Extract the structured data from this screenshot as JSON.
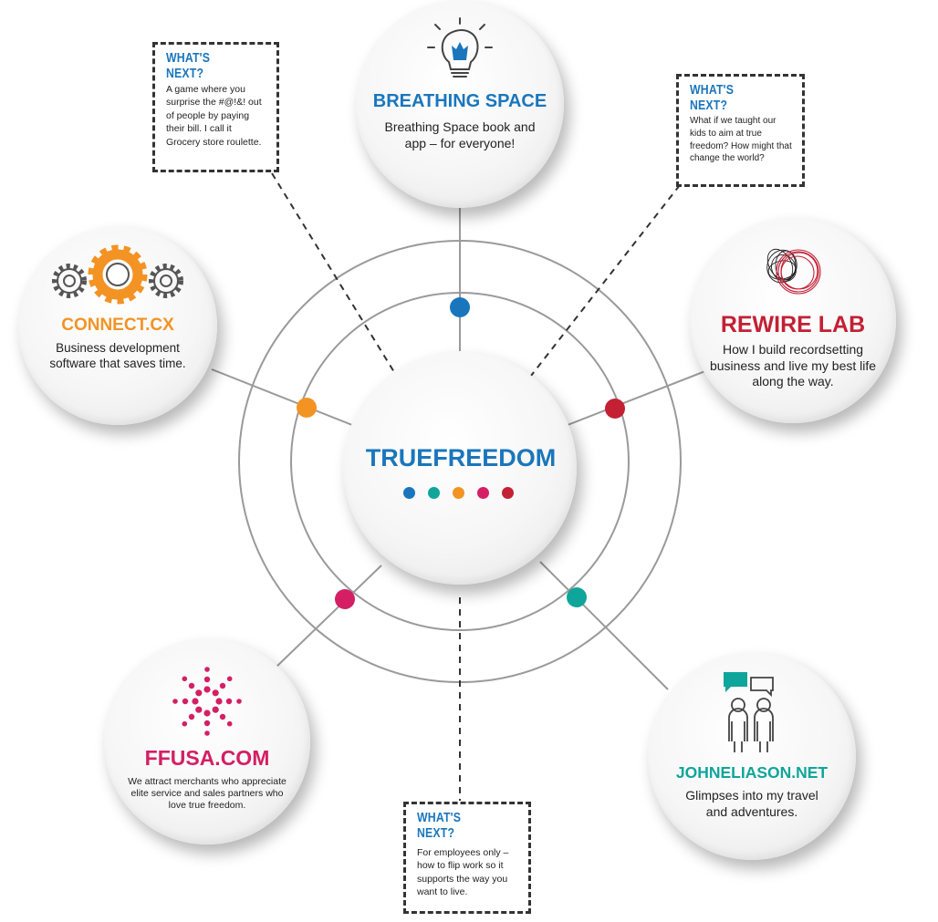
{
  "center": {
    "title": "TRUEFREEDOM",
    "dot_colors": [
      "#1a76bc",
      "#0fa59a",
      "#f39324",
      "#d41f64",
      "#c32034"
    ]
  },
  "nodes": {
    "breathing": {
      "title": "BREATHING SPACE",
      "desc": "Breathing Space book and app – for everyone!",
      "color": "#1a76bc",
      "icon": "lightbulb-icon"
    },
    "connect": {
      "title": "CONNECT.CX",
      "desc": "Business development software that saves time.",
      "color": "#f39324",
      "icon": "gears-icon"
    },
    "rewire": {
      "title": "REWIRE LAB",
      "desc": "How I build recordsetting business and live my best life along the way.",
      "color": "#c32034",
      "icon": "scribble-circle-icon"
    },
    "ffusa": {
      "title": "FFUSA.COM",
      "desc": "We attract merchants who appreciate elite service and sales partners who love true freedom.",
      "color": "#d41f64",
      "icon": "dot-burst-icon"
    },
    "john": {
      "title": "JOHNELIASON.NET",
      "desc": "Glimpses into my travel and adventures.",
      "color": "#0fa59a",
      "icon": "people-chat-icon"
    }
  },
  "notes": {
    "left": {
      "heading": "WHAT'S NEXT?",
      "text": "A game where you surprise the #@!&! out of people by paying their bill. I call it Grocery store roulette."
    },
    "right": {
      "heading": "WHAT'S NEXT?",
      "text": "What if we taught our kids to aim at true freedom? How might that change the world?"
    },
    "bottom": {
      "heading": "WHAT'S NEXT?",
      "text": "For employees only – how to flip work so it supports the way you want to live."
    }
  },
  "colors": {
    "line": "#9a9a9a",
    "note_border": "#333333",
    "heading_blue": "#1a76bc"
  }
}
